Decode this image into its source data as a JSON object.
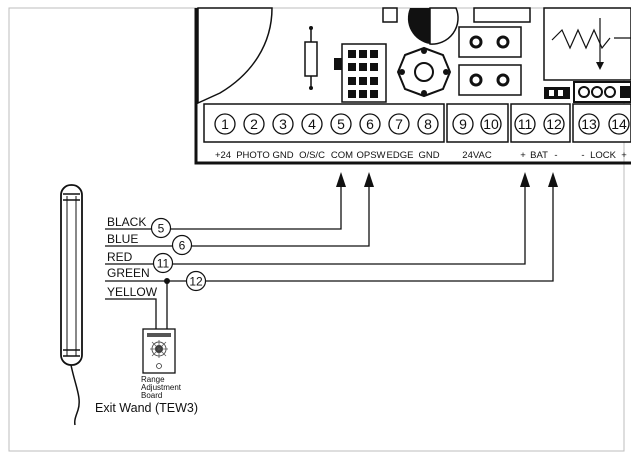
{
  "terminals": [
    {
      "num": "1"
    },
    {
      "num": "2"
    },
    {
      "num": "3"
    },
    {
      "num": "4"
    },
    {
      "num": "5"
    },
    {
      "num": "6"
    },
    {
      "num": "7"
    },
    {
      "num": "8"
    },
    {
      "num": "9"
    },
    {
      "num": "10"
    },
    {
      "num": "11"
    },
    {
      "num": "12"
    },
    {
      "num": "13"
    },
    {
      "num": "14"
    }
  ],
  "board_labels": {
    "plus24": "+24",
    "photo": "PHOTO",
    "gnd1": "GND",
    "osc": "O/S/C",
    "com": "COM",
    "opsw": "OPSW",
    "edge": "EDGE",
    "gnd2": "GND",
    "vac": "24VAC",
    "plus": "+",
    "bat": "BAT",
    "minus": "-",
    "lockminus": "-",
    "lock": "LOCK",
    "lockplus": "+"
  },
  "wires": [
    {
      "color_label": "BLACK",
      "tag": "5",
      "color": "#111111"
    },
    {
      "color_label": "BLUE",
      "tag": "6",
      "color": "#111111"
    },
    {
      "color_label": "RED",
      "tag": "11",
      "color": "#111111"
    },
    {
      "color_label": "GREEN",
      "tag": "12",
      "color": "#111111"
    },
    {
      "color_label": "YELLOW",
      "tag": "",
      "color": "#111111"
    }
  ],
  "range_board": {
    "label_line1": "Range",
    "label_line2": "Adjustment",
    "label_line3": "Board"
  },
  "device": {
    "name": "Exit Wand (TEW3)"
  }
}
